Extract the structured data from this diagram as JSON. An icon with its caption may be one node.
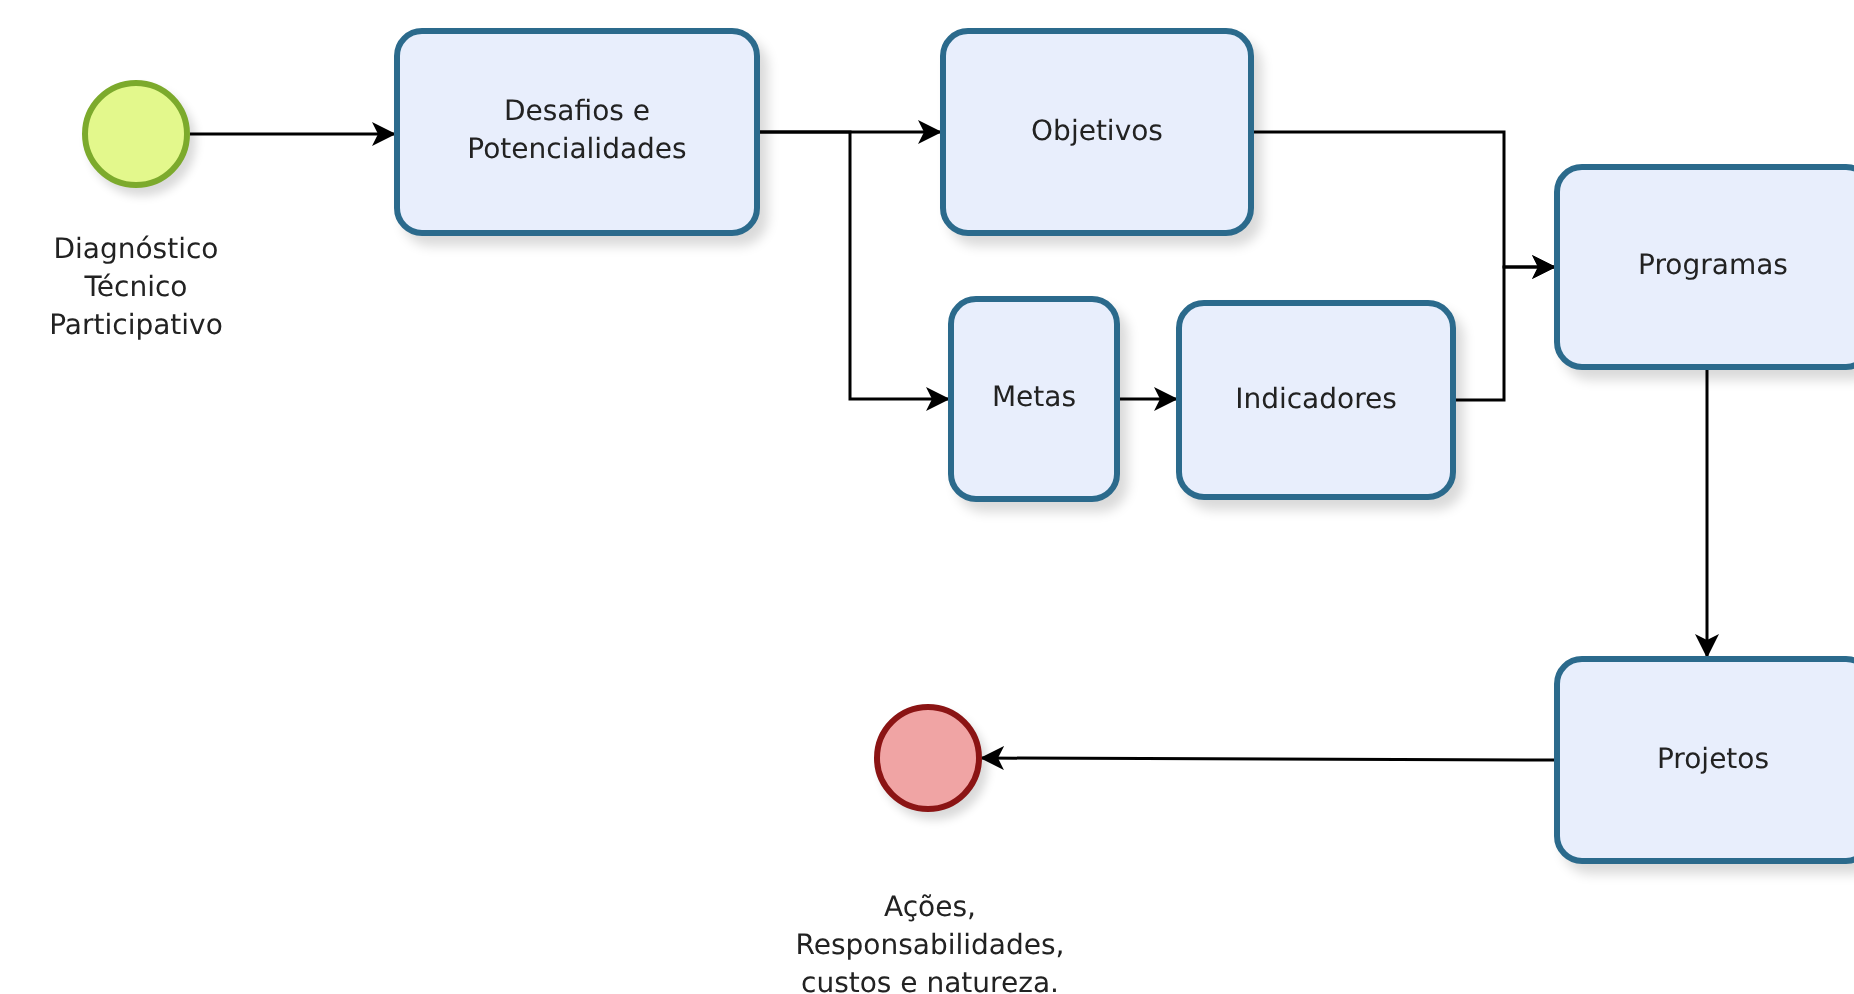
{
  "diagram": {
    "nodes": [
      {
        "text": [],
        "shape": "circle",
        "beside": [
          "Diagnóstico Técnico Participativo"
        ]
      },
      {
        "text": [
          "Desafios e Potencialidades"
        ]
      },
      {
        "text": [
          "Objetivos"
        ]
      },
      {
        "text": [
          "Metas"
        ]
      },
      {
        "text": [
          "Indicadores"
        ]
      },
      {
        "text": [
          "Programas"
        ]
      },
      {
        "text": [
          "Projetos"
        ]
      },
      {
        "text": [],
        "shape": "circle",
        "beside": [
          "Ações, Responsabilidades, custos e natureza."
        ]
      }
    ],
    "edges": [
      {
        "from": 0,
        "to": 1,
        "arrow": "to"
      },
      {
        "from": 1,
        "to": 2,
        "arrow": "to"
      },
      {
        "from": 1,
        "to": 3,
        "arrow": "to"
      },
      {
        "from": 3,
        "to": 4,
        "arrow": "to"
      },
      {
        "from": 2,
        "to": 5,
        "arrow": "to"
      },
      {
        "from": 4,
        "to": 5,
        "arrow": "to"
      },
      {
        "from": 5,
        "to": 6,
        "arrow": "to"
      },
      {
        "from": 6,
        "to": 7,
        "arrow": "to"
      }
    ]
  }
}
